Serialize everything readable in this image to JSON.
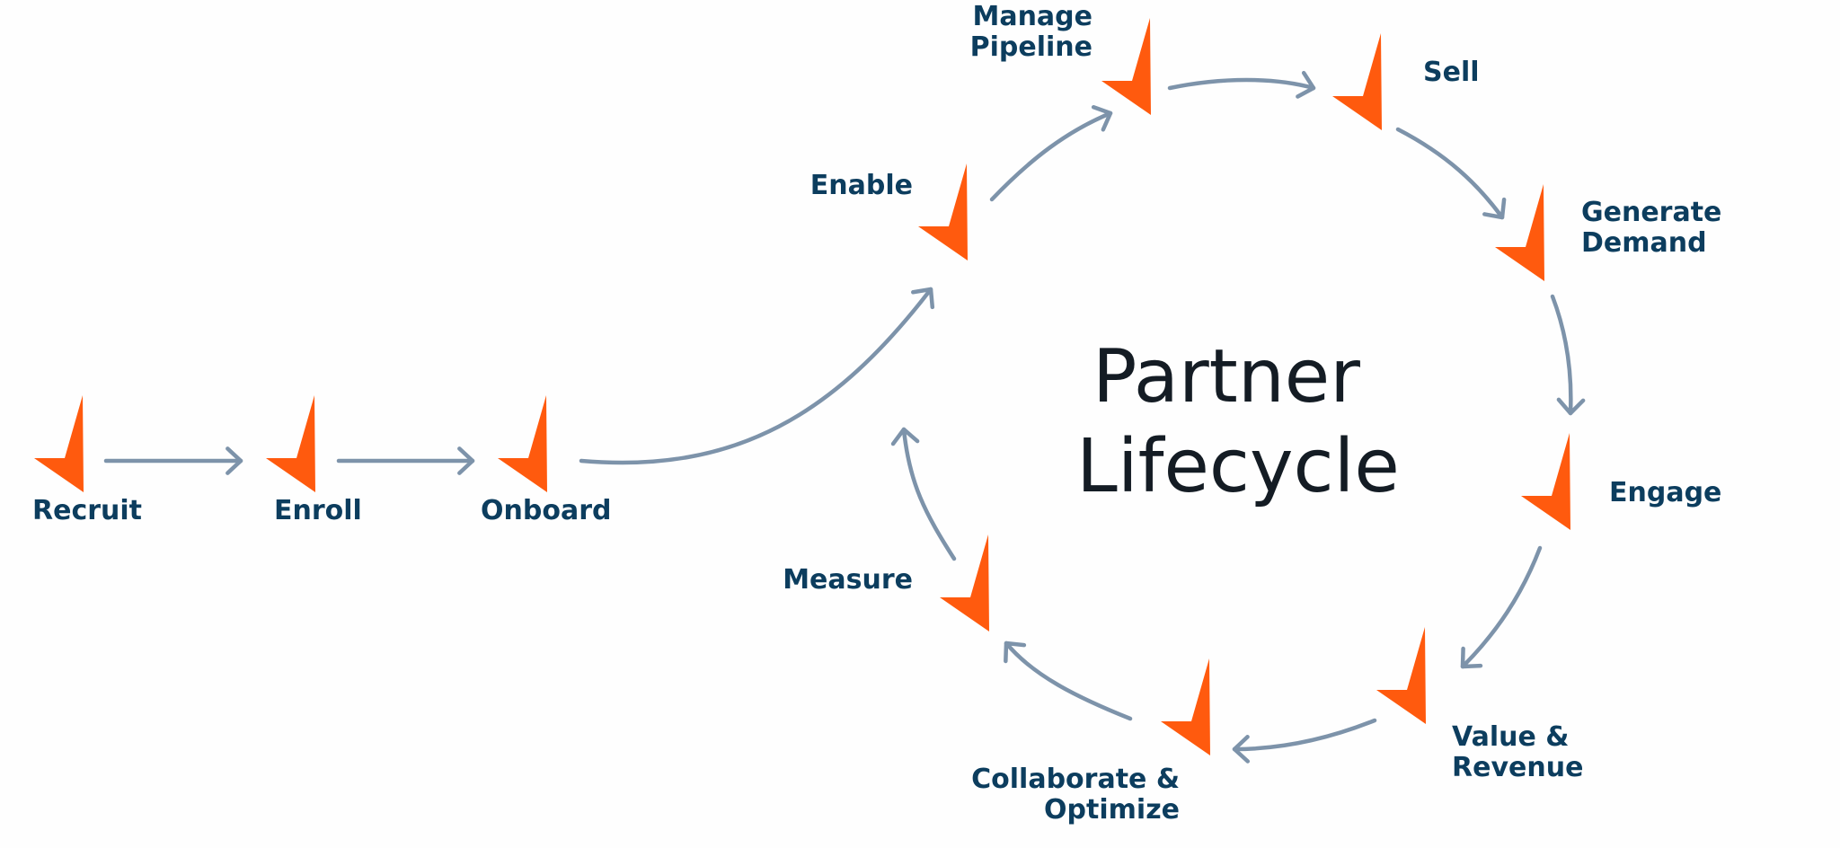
{
  "title_lines": [
    "Partner",
    "Lifecycle"
  ],
  "stages": [
    {
      "id": "recruit",
      "lines": [
        "Recruit"
      ]
    },
    {
      "id": "enroll",
      "lines": [
        "Enroll"
      ]
    },
    {
      "id": "onboard",
      "lines": [
        "Onboard"
      ]
    },
    {
      "id": "enable",
      "lines": [
        "Enable"
      ]
    },
    {
      "id": "manage-pipeline",
      "lines": [
        "Manage",
        "Pipeline"
      ]
    },
    {
      "id": "sell",
      "lines": [
        "Sell"
      ]
    },
    {
      "id": "generate-demand",
      "lines": [
        "Generate",
        "Demand"
      ]
    },
    {
      "id": "engage",
      "lines": [
        "Engage"
      ]
    },
    {
      "id": "value-revenue",
      "lines": [
        "Value &",
        "Revenue"
      ]
    },
    {
      "id": "collaborate-optimize",
      "lines": [
        "Collaborate &",
        "Optimize"
      ]
    },
    {
      "id": "measure",
      "lines": [
        "Measure"
      ]
    }
  ],
  "colors": {
    "mark": "#ff5a0e",
    "label": "#0c3d5e",
    "arrow": "#7d93aa",
    "title": "#141c24",
    "background": "#fefefe"
  },
  "icons": {
    "stage_mark": "check-mark-icon",
    "connector": "arrow-icon"
  }
}
